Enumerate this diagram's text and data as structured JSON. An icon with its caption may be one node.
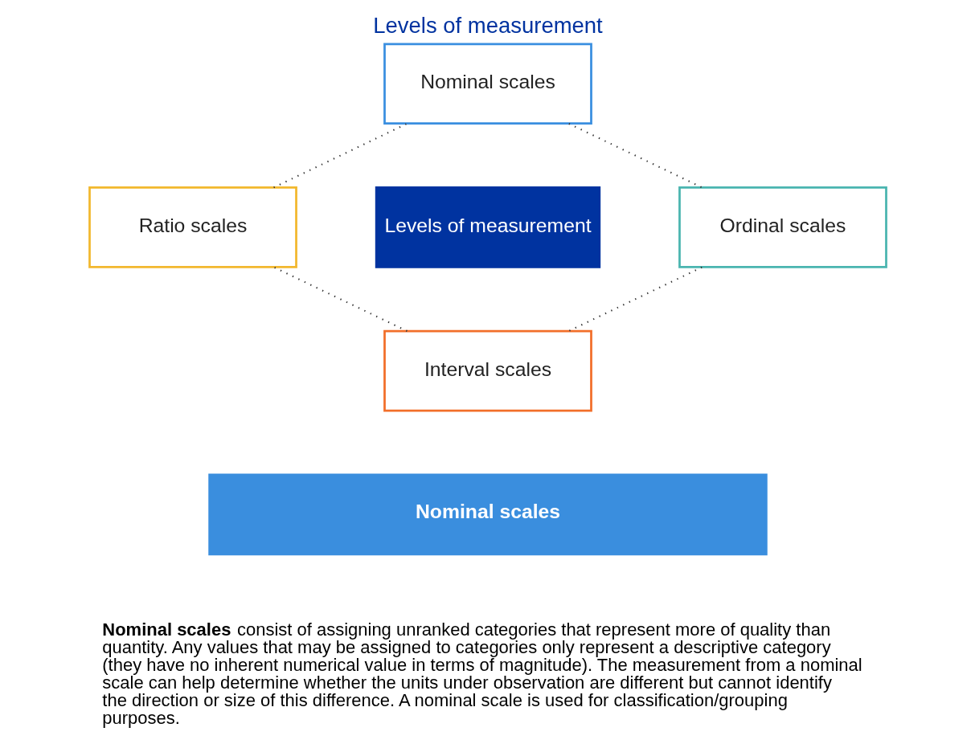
{
  "diagram": {
    "title": "Levels of measurement",
    "nodes": [
      {
        "text": [
          "Nominal scales"
        ]
      },
      {
        "text": [
          "Ratio scales"
        ]
      },
      {
        "text": [
          "Levels of measurement"
        ]
      },
      {
        "text": [
          "Ordinal scales"
        ]
      },
      {
        "text": [
          "Interval scales"
        ]
      },
      {
        "text": [
          "Nominal scales"
        ]
      }
    ],
    "edges": [
      {
        "from": 0,
        "to": 3,
        "arrow": "none"
      },
      {
        "from": 3,
        "to": 4,
        "arrow": "none"
      },
      {
        "from": 4,
        "to": 1,
        "arrow": "none"
      },
      {
        "from": 1,
        "to": 0,
        "arrow": "none"
      }
    ],
    "labels": [
      "**Nominal scales** consist of assigning unranked categories that represent more of quality than quantity. Any values that may be assigned to categories only represent a descriptive category (they have no inherent numerical value in terms of magnitude). The measurement from a nominal scale can help determine whether the units under observation are different but cannot identify the direction or size of this difference. A nominal scale is used for classification/grouping purposes."
    ]
  }
}
